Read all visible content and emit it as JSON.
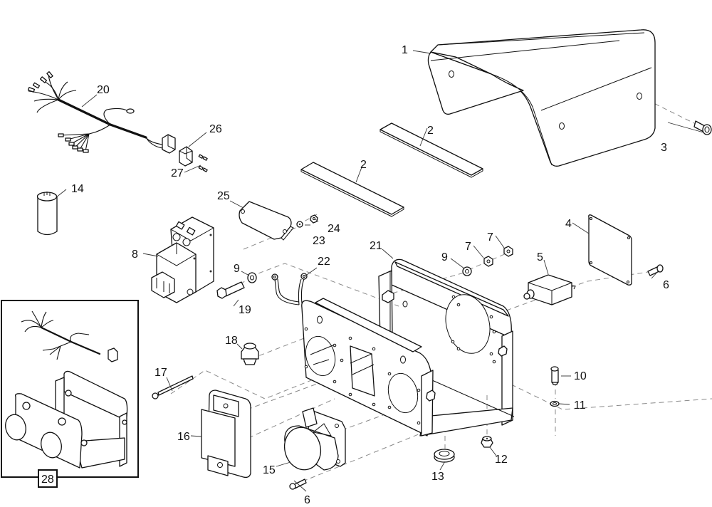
{
  "diagram": {
    "type": "exploded-parts-diagram",
    "subject": "Electrical control box assembly",
    "parts": [
      {
        "id": "1",
        "label": "1",
        "description": "cover"
      },
      {
        "id": "2",
        "label": "2",
        "description": "strip"
      },
      {
        "id": "3",
        "label": "3",
        "description": "flange screw"
      },
      {
        "id": "4",
        "label": "4",
        "description": "cover plate"
      },
      {
        "id": "5",
        "label": "5",
        "description": "circuit breaker"
      },
      {
        "id": "6",
        "label": "6",
        "description": "screw"
      },
      {
        "id": "7",
        "label": "7",
        "description": "nut"
      },
      {
        "id": "8",
        "label": "8",
        "description": "miniature circuit breaker"
      },
      {
        "id": "9",
        "label": "9",
        "description": "washer"
      },
      {
        "id": "10",
        "label": "10",
        "description": "socket head screw"
      },
      {
        "id": "11",
        "label": "11",
        "description": "washer"
      },
      {
        "id": "12",
        "label": "12",
        "description": "flange nut"
      },
      {
        "id": "13",
        "label": "13",
        "description": "grommet"
      },
      {
        "id": "14",
        "label": "14",
        "description": "capacitor"
      },
      {
        "id": "15",
        "label": "15",
        "description": "panel socket"
      },
      {
        "id": "16",
        "label": "16",
        "description": "socket with cover"
      },
      {
        "id": "17",
        "label": "17",
        "description": "long screw"
      },
      {
        "id": "18",
        "label": "18",
        "description": "cap nut"
      },
      {
        "id": "19",
        "label": "19",
        "description": "bolt"
      },
      {
        "id": "20",
        "label": "20",
        "description": "wiring harness"
      },
      {
        "id": "21",
        "label": "21",
        "description": "box frame"
      },
      {
        "id": "22",
        "label": "22",
        "description": "ground cable"
      },
      {
        "id": "23",
        "label": "23",
        "description": "washer"
      },
      {
        "id": "24",
        "label": "24",
        "description": "nut"
      },
      {
        "id": "25",
        "label": "25",
        "description": "plate"
      },
      {
        "id": "26",
        "label": "26",
        "description": "connector"
      },
      {
        "id": "27",
        "label": "27",
        "description": "terminals"
      },
      {
        "id": "28",
        "label": "28",
        "description": "complete assembly"
      }
    ],
    "callouts": {
      "c1": "1",
      "c2a": "2",
      "c2b": "2",
      "c3": "3",
      "c4": "4",
      "c5": "5",
      "c6a": "6",
      "c6b": "6",
      "c7a": "7",
      "c7b": "7",
      "c8": "8",
      "c9a": "9",
      "c9b": "9",
      "c10": "10",
      "c11": "11",
      "c12": "12",
      "c13": "13",
      "c14": "14",
      "c15": "15",
      "c16": "16",
      "c17": "17",
      "c18": "18",
      "c19": "19",
      "c20": "20",
      "c21": "21",
      "c22": "22",
      "c23": "23",
      "c24": "24",
      "c25": "25",
      "c26": "26",
      "c27": "27",
      "c28": "28"
    },
    "inset": {
      "label": "28",
      "contents": "assembled box with harness"
    }
  }
}
